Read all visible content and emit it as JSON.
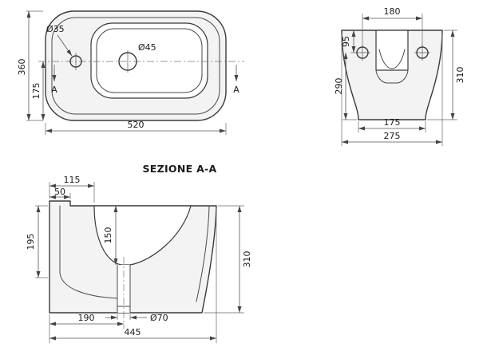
{
  "drawing": {
    "section_title": "SEZIONE A-A",
    "plan_view": {
      "overall_width": "520",
      "overall_depth": "360",
      "centerline_to_front": "175",
      "tap_hole_diameter": "Ø35",
      "mixer_hole_diameter": "Ø45",
      "section_marker": "A"
    },
    "front_view": {
      "fixing_hole_spacing": "180",
      "top_to_holes": "95",
      "holes_to_bottom": "290",
      "overall_height": "310",
      "bottom_width": "175",
      "overall_width": "275"
    },
    "section_view": {
      "back_to_basin": "115",
      "back_ledge_width": "50",
      "back_wall_height": "195",
      "basin_depth": "150",
      "overall_height": "310",
      "back_to_drain_axis": "190",
      "drain_diameter": "Ø70",
      "overall_length": "445"
    }
  }
}
